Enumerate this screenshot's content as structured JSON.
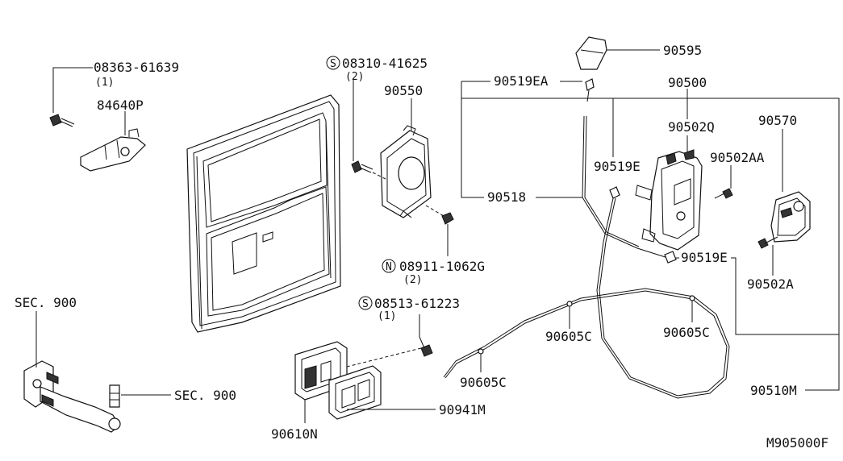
{
  "callouts": {
    "c_08363_61639": "08363-61639",
    "c_08363_qty": "(1)",
    "c_84640P": "84640P",
    "c_08310_41625": "08310-41625",
    "c_08310_qty": "(2)",
    "c_90550": "90550",
    "c_08911_1062G": "08911-1062G",
    "c_08911_qty": "(2)",
    "c_08513_61223": "08513-61223",
    "c_08513_qty": "(1)",
    "c_90610N": "90610N",
    "c_90941M": "90941M",
    "c_sec900_a": "SEC. 900",
    "c_sec900_b": "SEC. 900",
    "c_90595": "90595",
    "c_90519EA": "90519EA",
    "c_90500": "90500",
    "c_90502Q": "90502Q",
    "c_90570": "90570",
    "c_90519E_a": "90519E",
    "c_90502AA": "90502AA",
    "c_90518": "90518",
    "c_90519E_b": "90519E",
    "c_90502A": "90502A",
    "c_90605C_a": "90605C",
    "c_90605C_b": "90605C",
    "c_90605C_c": "90605C",
    "c_90510M": "90510M",
    "c_M905000F": "M905000F"
  },
  "symbols": {
    "s_mark": "S",
    "n_mark": "N"
  }
}
